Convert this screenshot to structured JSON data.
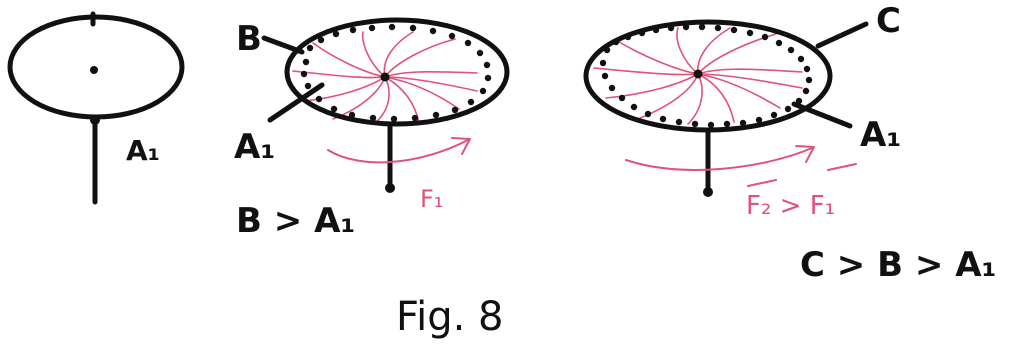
{
  "labels": {
    "a1_first": "A₁",
    "b": "B",
    "a1_second": "A₁",
    "f1": "F₁",
    "ineq_b": "B > A₁",
    "c": "C",
    "a1_third": "A₁",
    "f2_gt_f1": "F₂ > F₁",
    "ineq_c": "C > B > A₁"
  },
  "caption": "Fig. 8",
  "colors": {
    "ink": "#111111",
    "red_annotation": "#e0527a",
    "background": "#ffffff"
  }
}
